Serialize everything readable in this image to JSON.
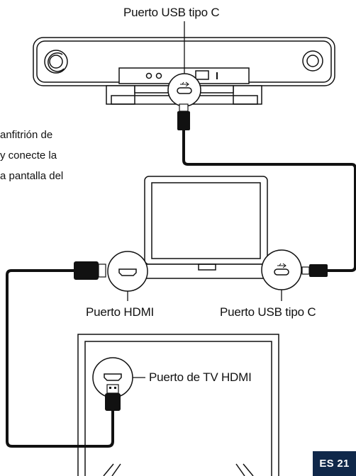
{
  "labels": {
    "soundbar_usb_port": "Puerto USB tipo C",
    "laptop_hdmi_port": "Puerto HDMI",
    "laptop_usb_port": "Puerto USB tipo C",
    "tv_hdmi_port": "Puerto de TV HDMI"
  },
  "instruction_lines": [
    "anfitrión de",
    "y conecte la",
    "a pantalla del"
  ],
  "page_badge": "ES 21",
  "colors": {
    "line": "#111111",
    "cable": "#111111",
    "badge_bg": "#10284a",
    "badge_text": "#ffffff"
  },
  "icons": [
    "usb-c-port-icon",
    "hdmi-port-icon",
    "usb-symbol-icon",
    "hdmi-plug-icon",
    "usb-c-plug-icon"
  ]
}
